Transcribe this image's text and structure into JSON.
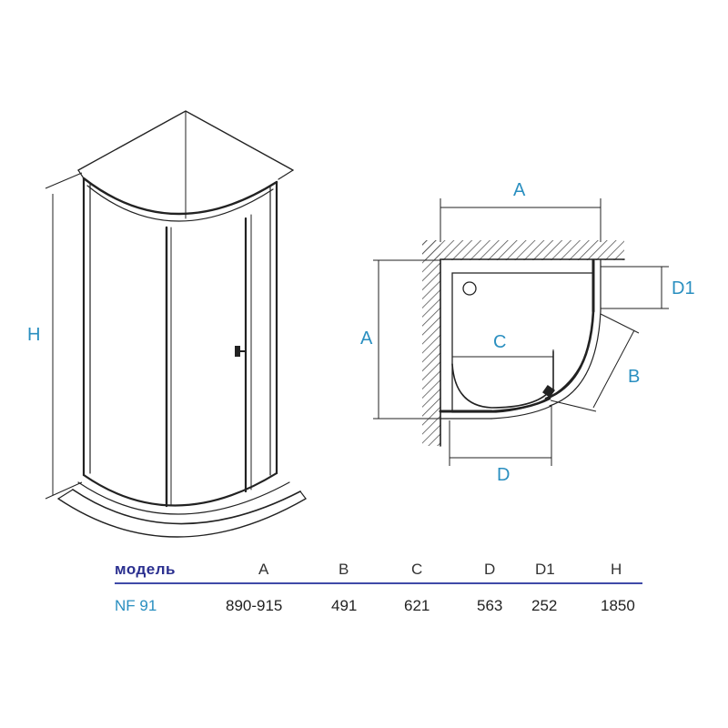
{
  "diagram": {
    "perspective_labels": {
      "height": "H"
    },
    "plan_labels": {
      "a_top": "A",
      "a_side": "A",
      "b": "B",
      "c": "C",
      "d": "D",
      "d1": "D1"
    }
  },
  "table": {
    "headers": [
      "модель",
      "A",
      "B",
      "C",
      "D",
      "D1",
      "H"
    ],
    "rows": [
      [
        "NF 91",
        "890-915",
        "491",
        "621",
        "563",
        "252",
        "1850"
      ]
    ]
  },
  "colors": {
    "label_blue": "#2a8fc0",
    "rule_blue": "#3f4aa8",
    "line": "#222222"
  }
}
